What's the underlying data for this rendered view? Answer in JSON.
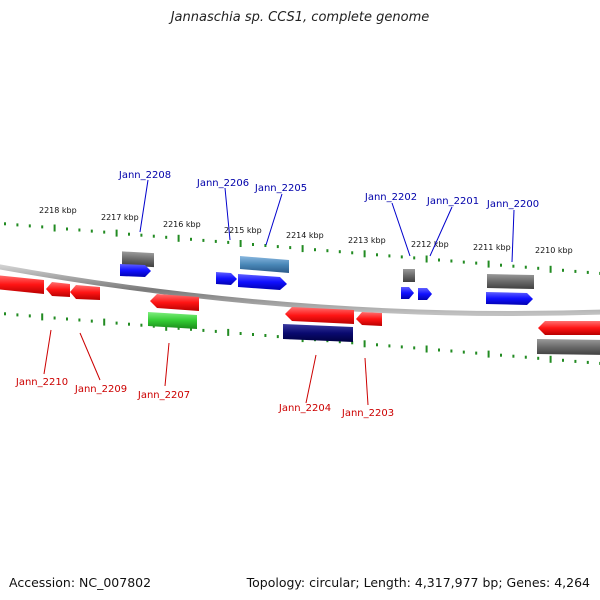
{
  "title": "Jannaschia sp. CCS1, complete genome",
  "footer": {
    "accession": "Accession: NC_007802",
    "stats": "Topology: circular; Length: 4,317,977 bp; Genes: 4,264"
  },
  "colors": {
    "label_top": "#0000aa",
    "label_bottom": "#cc0000",
    "tick": "#228b22",
    "backbone": "#8a8a8a",
    "red": "#ff1a1a",
    "blue": "#1a1aff",
    "gray": "#6e6e6e",
    "green": "#33cc33",
    "navy": "#0a0a6e",
    "steel": "#4a88b8"
  },
  "scale_labels": [
    "2218 kbp",
    "2217 kbp",
    "2216 kbp",
    "2215 kbp",
    "2214 kbp",
    "2213 kbp",
    "2212 kbp",
    "2211 kbp",
    "2210 kbp"
  ],
  "gene_labels_top": [
    "Jann_2208",
    "Jann_2206",
    "Jann_2205",
    "Jann_2202",
    "Jann_2201",
    "Jann_2200"
  ],
  "gene_labels_bottom": [
    "Jann_2210",
    "Jann_2209",
    "Jann_2207",
    "Jann_2204",
    "Jann_2203"
  ]
}
